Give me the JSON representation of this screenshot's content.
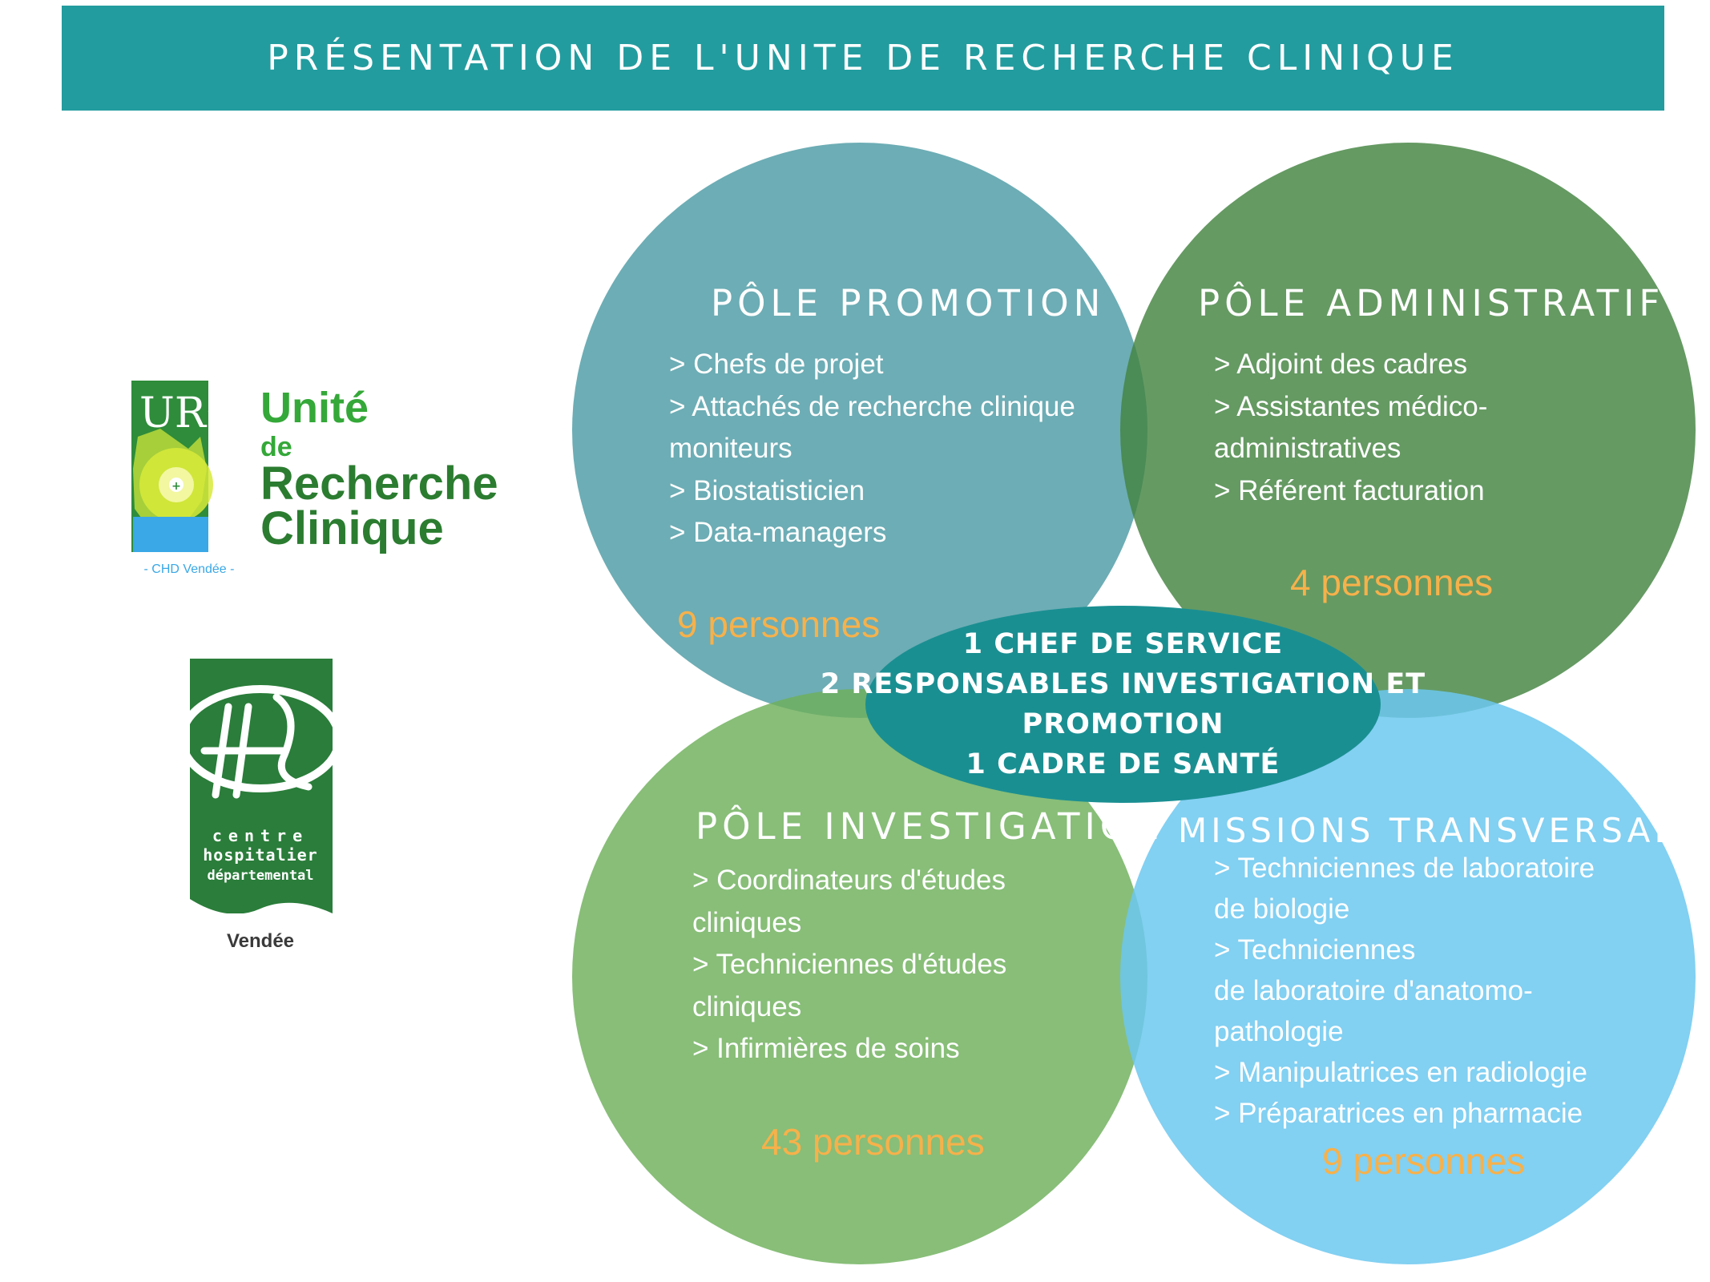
{
  "title": "PRÉSENTATION DE L'UNITE DE RECHERCHE CLINIQUE",
  "logos": {
    "urc": {
      "mark": "URC",
      "line1": "Unité",
      "line2": "de",
      "line3": "Recherche",
      "line4": "Clinique",
      "tagline": "- CHD Vendée -"
    },
    "chd": {
      "line1": "centre",
      "line2": "hospitalier",
      "line3": "départemental",
      "caption": "Vendée"
    }
  },
  "colors": {
    "banner": "#239c9f",
    "promotion": "#4898a2",
    "administratif": "#438441",
    "investigation": "#6eb05a",
    "missions": "#6cc8f0",
    "center": "#1a8f92",
    "count": "#f7b14a"
  },
  "poles": {
    "promotion": {
      "title": "PÔLE PROMOTION",
      "items": [
        "> Chefs de projet",
        "> Attachés de recherche clinique",
        "moniteurs",
        "> Biostatisticien",
        "> Data-managers"
      ],
      "count": "9 personnes"
    },
    "administratif": {
      "title": "PÔLE ADMINISTRATIF",
      "items": [
        "> Adjoint des cadres",
        "> Assistantes médico-",
        "administratives",
        "> Référent facturation"
      ],
      "count": "4 personnes"
    },
    "investigation": {
      "title": "PÔLE INVESTIGATION",
      "items": [
        "> Coordinateurs d'études",
        "cliniques",
        "> Techniciennes d'études",
        "cliniques",
        "> Infirmières de soins"
      ],
      "count": "43 personnes"
    },
    "missions": {
      "title": "MISSIONS TRANSVERSALES",
      "items": [
        "> Techniciennes de laboratoire",
        "de biologie",
        "> Techniciennes",
        "de laboratoire d'anatomo-",
        "pathologie",
        "> Manipulatrices en radiologie",
        "> Préparatrices en pharmacie"
      ],
      "count": "9 personnes"
    }
  },
  "center": {
    "lines": [
      "1 CHEF DE SERVICE",
      "2 RESPONSABLES INVESTIGATION ET",
      "PROMOTION",
      "1 CADRE DE SANTÉ"
    ]
  }
}
